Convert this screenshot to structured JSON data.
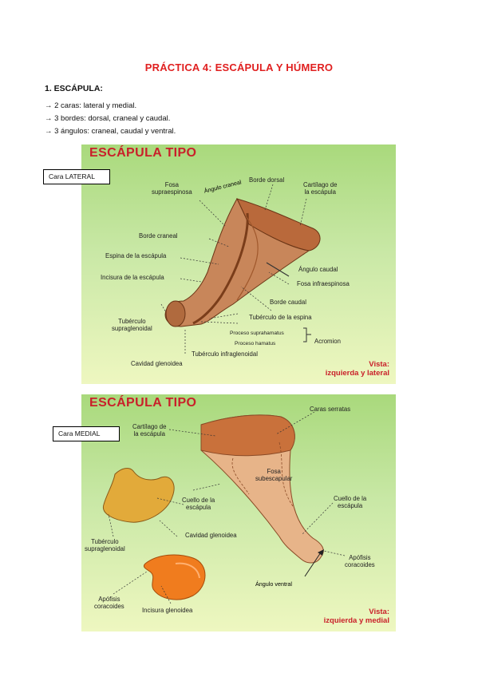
{
  "title": "PRÁCTICA 4: ESCÁPULA Y HÚMERO",
  "section": "1.   ESCÁPULA:",
  "bullets": [
    "→ 2 caras: lateral y medial.",
    "→ 3 bordes: dorsal, craneal y caudal.",
    "→ 3 ángulos: craneal, caudal y ventral."
  ],
  "figure1": {
    "heading": "ESCÁPULA TIPO",
    "tag": "Cara LATERAL",
    "angle_note": "Ángulo craneal",
    "labels": {
      "fosa_supraespinosa": "Fosa\nsupraespinosa",
      "borde_dorsal": "Borde dorsal",
      "cartilago": "Cartílago de\nla escápula",
      "borde_craneal": "Borde craneal",
      "espina": "Espina de la  escápula",
      "incisura": "Incisura de la  escápula",
      "angulo_caudal": "Ángulo caudal",
      "fosa_infraespinosa": "Fosa infraespinosa",
      "borde_caudal": "Borde caudal",
      "tuberculo_espina": "Tubérculo de la espina",
      "tuberculo_supraglenoidal": "Tubérculo\nsupraglenoidal",
      "proceso_suprahamatus": "Proceso suprahamatus",
      "proceso_hamatus": "Proceso hamatus",
      "acromion": "Acromion",
      "tuberculo_infraglenoidal": "Tubérculo infraglenoidal",
      "cavidad_glenoidea": "Cavidad glenoidea"
    },
    "vista": "Vista:\nizquierda y lateral"
  },
  "figure2": {
    "heading": "ESCÁPULA TIPO",
    "tag": "Cara MEDIAL",
    "angle_note": "Ángulo ventral",
    "labels": {
      "caras_serratas": "Caras serratas",
      "cartilago": "Cartílago de\nla escápula",
      "fosa_subescapular": "Fosa\nsubescapular",
      "cuello_1": "Cuello de la\nescápula",
      "cuello_2": "Cuello de la\nescápula",
      "cavidad_glenoidea": "Cavidad glenoidea",
      "tuberculo_supraglenoidal": "Tubérculo\nsupraglenoidal",
      "apofisis_coracoides_1": "Apófisis\ncoracoides",
      "apofisis_coracoides_2": "Apófisis\ncoracoides",
      "incisura_glenoidea": "Incisura glenoidea"
    },
    "vista": "Vista:\nizquierda y medial"
  },
  "colors": {
    "title_red": "#e02020",
    "bone": "#c8865a",
    "bone_dark": "#8a4a26",
    "cartilage": "#b9693b",
    "medial_bone": "#e7b489",
    "orange": "#f07c1e",
    "yellow": "#e2aa3a",
    "bg_top": "#a9d97c",
    "bg_bottom": "#eef7c0"
  }
}
